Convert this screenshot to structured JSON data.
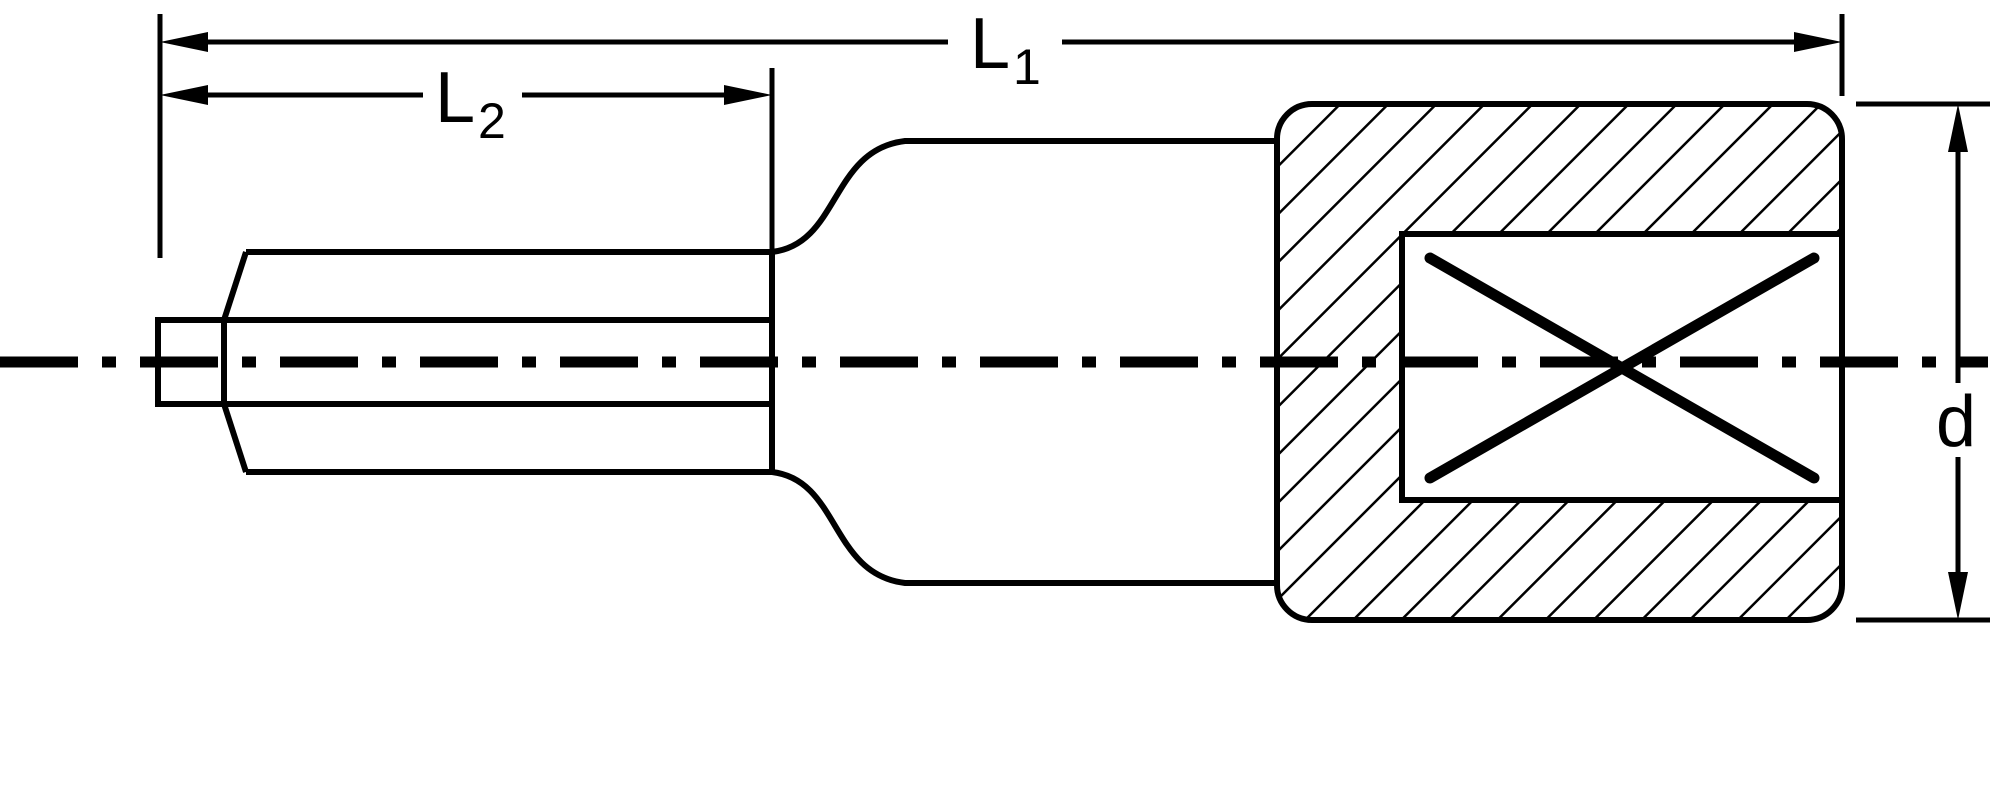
{
  "drawing": {
    "labels": {
      "l1": {
        "main": "L",
        "sub": "1"
      },
      "l2": {
        "main": "L",
        "sub": "2"
      },
      "d": "d"
    },
    "colors": {
      "line": "#000000",
      "background": "#ffffff"
    }
  }
}
